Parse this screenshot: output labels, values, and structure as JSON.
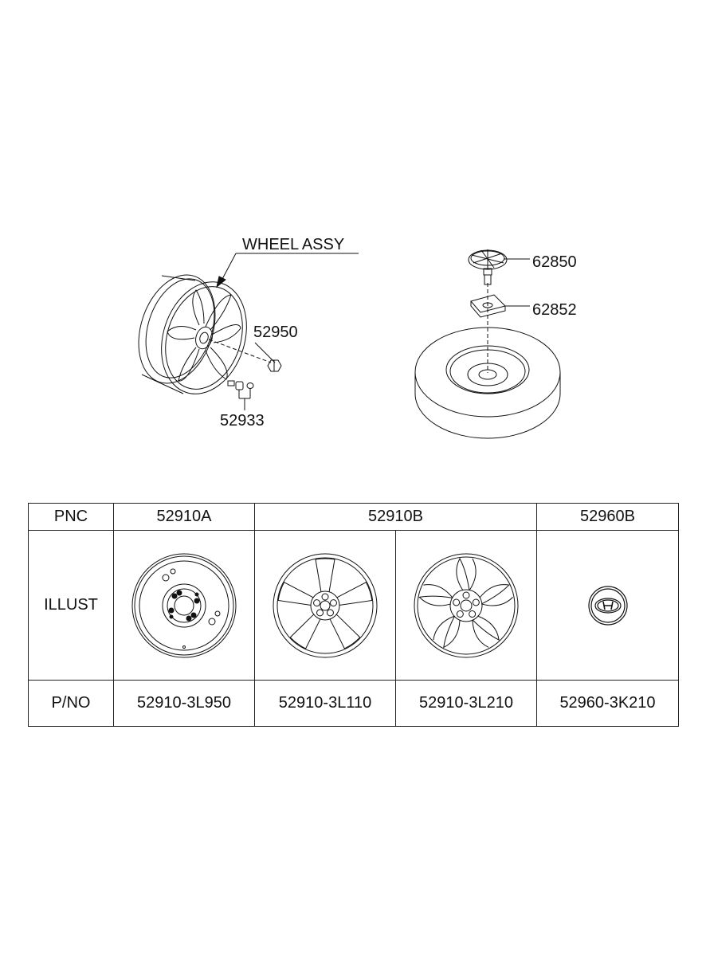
{
  "callouts": {
    "wheel_assy": "WHEEL ASSY",
    "nut": "52950",
    "valve": "52933",
    "hold_bolt": "62850",
    "bracket": "62852"
  },
  "table": {
    "row_labels": {
      "pnc": "PNC",
      "illust": "ILLUST",
      "pno": "P/NO"
    },
    "pnc": [
      "52910A",
      "52910B",
      "52960B"
    ],
    "pno": [
      "52910-3L950",
      "52910-3L110",
      "52910-3L210",
      "52960-3K210"
    ],
    "illustrations": [
      "steel-wheel-icon",
      "five-spoke-alloy-wheel-icon",
      "ten-spoke-alloy-wheel-icon",
      "wheel-center-cap-icon"
    ]
  },
  "colors": {
    "line": "#111111",
    "background": "#ffffff"
  }
}
